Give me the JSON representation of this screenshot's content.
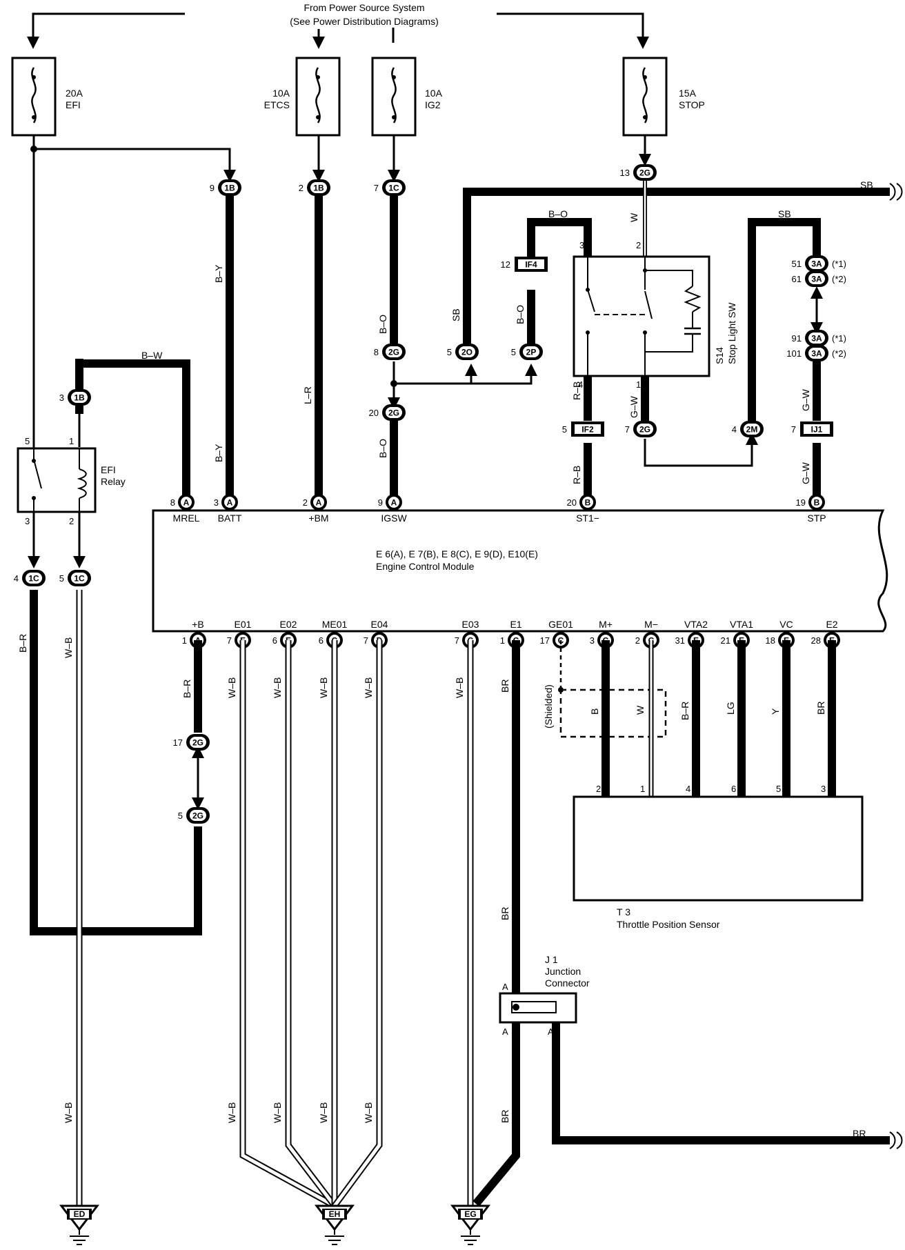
{
  "header": {
    "source_line1": "From Power Source System",
    "source_line2": "(See Power Distribution Diagrams)"
  },
  "fuses": [
    {
      "amp": "20A",
      "name": "EFI"
    },
    {
      "amp": "10A",
      "name": "ETCS"
    },
    {
      "amp": "10A",
      "name": "IG2"
    },
    {
      "amp": "15A",
      "name": "STOP"
    }
  ],
  "relay": {
    "line1": "EFI",
    "line2": "Relay",
    "pins": [
      "5",
      "1",
      "3",
      "2"
    ]
  },
  "ecm": {
    "line1": "E 6(A), E 7(B), E 8(C), E 9(D), E10(E)",
    "line2": "Engine Control Module",
    "top_terminals": [
      {
        "pin": "8",
        "conn": "A",
        "name": "MREL"
      },
      {
        "pin": "3",
        "conn": "A",
        "name": "BATT"
      },
      {
        "pin": "2",
        "conn": "A",
        "name": "+BM"
      },
      {
        "pin": "9",
        "conn": "A",
        "name": "IGSW"
      },
      {
        "pin": "20",
        "conn": "B",
        "name": "ST1−"
      },
      {
        "pin": "19",
        "conn": "B",
        "name": "STP"
      }
    ],
    "bottom_terminals": [
      {
        "pin": "1",
        "conn": "A",
        "name": "+B"
      },
      {
        "pin": "7",
        "conn": "E",
        "name": "E01"
      },
      {
        "pin": "6",
        "conn": "E",
        "name": "E02"
      },
      {
        "pin": "6",
        "conn": "C",
        "name": "ME01"
      },
      {
        "pin": "7",
        "conn": "D",
        "name": "E04"
      },
      {
        "pin": "7",
        "conn": "C",
        "name": "E03"
      },
      {
        "pin": "1",
        "conn": "C",
        "name": "E1"
      },
      {
        "pin": "17",
        "conn": "C",
        "name": "GE01"
      },
      {
        "pin": "3",
        "conn": "C",
        "name": "M+"
      },
      {
        "pin": "2",
        "conn": "C",
        "name": "M−"
      },
      {
        "pin": "31",
        "conn": "E",
        "name": "VTA2"
      },
      {
        "pin": "21",
        "conn": "E",
        "name": "VTA1"
      },
      {
        "pin": "18",
        "conn": "E",
        "name": "VC"
      },
      {
        "pin": "28",
        "conn": "E",
        "name": "E2"
      }
    ]
  },
  "connectors": {
    "c13_2G": {
      "pin": "13",
      "id": "2G"
    },
    "c9_1B": {
      "pin": "9",
      "id": "1B"
    },
    "c2_1B": {
      "pin": "2",
      "id": "1B"
    },
    "c7_1C": {
      "pin": "7",
      "id": "1C"
    },
    "c3_1B": {
      "pin": "3",
      "id": "1B"
    },
    "c8_2G": {
      "pin": "8",
      "id": "2G"
    },
    "c20_2G": {
      "pin": "20",
      "id": "2G"
    },
    "c5_2O": {
      "pin": "5",
      "id": "2O"
    },
    "c5_2P": {
      "pin": "5",
      "id": "2P"
    },
    "c12_IF4": {
      "pin": "12",
      "id": "IF4"
    },
    "c5_IF2": {
      "pin": "5",
      "id": "IF2"
    },
    "c7_2G": {
      "pin": "7",
      "id": "2G"
    },
    "c4_2M": {
      "pin": "4",
      "id": "2M"
    },
    "c7_IJ1": {
      "pin": "7",
      "id": "IJ1"
    },
    "c51_3A": {
      "pin": "51",
      "id": "3A",
      "note": "(*1)"
    },
    "c61_3A": {
      "pin": "61",
      "id": "3A",
      "note": "(*2)"
    },
    "c91_3A": {
      "pin": "91",
      "id": "3A",
      "note": "(*1)"
    },
    "c101_3A": {
      "pin": "101",
      "id": "3A",
      "note": "(*2)"
    },
    "c4_1C": {
      "pin": "4",
      "id": "1C"
    },
    "c5_1C": {
      "pin": "5",
      "id": "1C"
    },
    "c17_2G": {
      "pin": "17",
      "id": "2G"
    },
    "c5_2G": {
      "pin": "5",
      "id": "2G"
    }
  },
  "stop_switch": {
    "id": "S14",
    "name": "Stop Light SW",
    "pins": [
      "3",
      "2",
      "4",
      "1"
    ]
  },
  "wires": {
    "B_W": "B–W",
    "B_Y": "B–Y",
    "L_R": "L–R",
    "B_O": "B–O",
    "SB": "SB",
    "W": "W",
    "R_B": "R–B",
    "G_W": "G–W",
    "B_R": "B–R",
    "W_B": "W–B",
    "BR": "BR",
    "B": "B",
    "LG": "LG",
    "Y": "Y",
    "shielded": "(Shielded)"
  },
  "sensor": {
    "id": "T 3",
    "name": "Throttle Position Sensor",
    "pins": [
      "2",
      "1",
      "4",
      "6",
      "5",
      "3"
    ]
  },
  "junction": {
    "id": "J 1",
    "line1": "Junction",
    "line2": "Connector",
    "pin": "A"
  },
  "grounds": [
    "ED",
    "EH",
    "EG"
  ]
}
